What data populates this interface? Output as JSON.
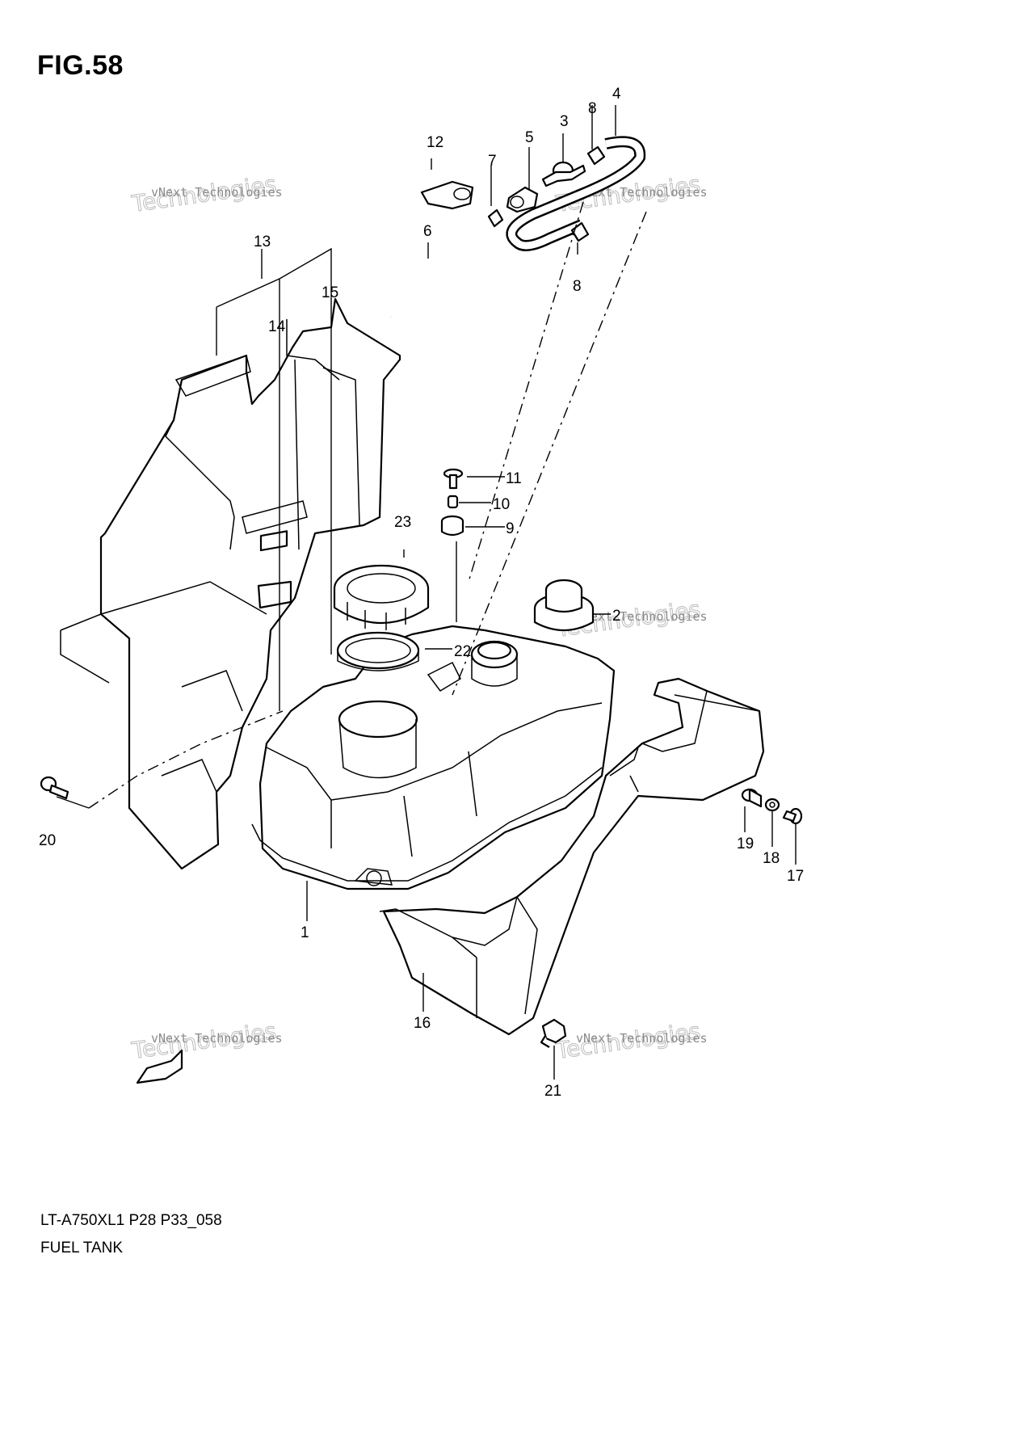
{
  "figure": {
    "title": "FIG.58",
    "model_code": "LT-A750XL1 P28 P33_058",
    "caption": "FUEL TANK"
  },
  "watermark": {
    "line1": "vNext Technologies",
    "line2": "Technologies",
    "line3": "vNext"
  },
  "callouts": {
    "c1": "1",
    "c2": "2",
    "c3": "3",
    "c4": "4",
    "c5": "5",
    "c6": "6",
    "c7": "7",
    "c8a": "8",
    "c8b": "8",
    "c9": "9",
    "c10": "10",
    "c11": "11",
    "c12": "12",
    "c13": "13",
    "c14": "14",
    "c15": "15",
    "c16": "16",
    "c17": "17",
    "c18": "18",
    "c19": "19",
    "c20": "20",
    "c21": "21",
    "c22": "22",
    "c23": "23"
  },
  "parts": {
    "fuel_tank": "fuel-tank",
    "fuel_cap": "fuel-cap",
    "pump_ring": "pump-ring-23",
    "gasket": "gasket-22",
    "left_cover": "left-side-cover",
    "right_cover": "right-side-cover"
  }
}
